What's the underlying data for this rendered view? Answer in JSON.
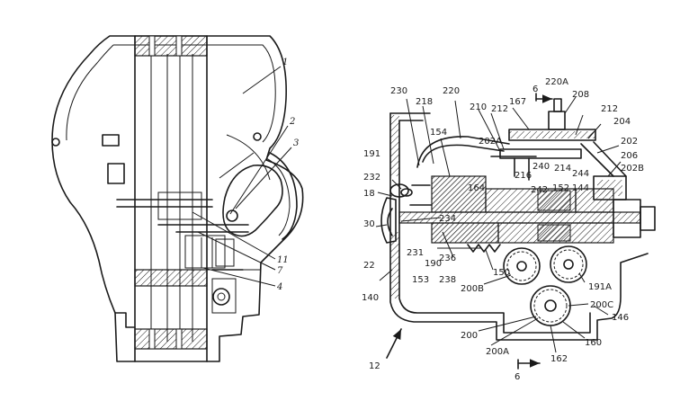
{
  "figure_left": {
    "labels": {
      "r1": "1",
      "r2": "2",
      "r3": "3",
      "r11": "11",
      "r7": "7",
      "r4": "4"
    }
  },
  "figure_right": {
    "labels": {
      "r230": "230",
      "r218": "218",
      "r220": "220",
      "r6_top": "6",
      "r220A": "220A",
      "r167": "167",
      "r208": "208",
      "r212a": "212",
      "r212b": "212",
      "r204": "204",
      "r210": "210",
      "r154": "154",
      "r202A": "202A",
      "r202": "202",
      "r206": "206",
      "r202B": "202B",
      "r191": "191",
      "r232": "232",
      "r18": "18",
      "r164": "164",
      "r240": "240",
      "r216": "216",
      "r214": "214",
      "r244": "244",
      "r152": "152",
      "r144": "144",
      "r242": "242",
      "r30": "30",
      "r234": "234",
      "r236": "236",
      "r231": "231",
      "r190": "190",
      "r22": "22",
      "r153": "153",
      "r238": "238",
      "r150": "150",
      "r200B": "200B",
      "r140": "140",
      "r191A": "191A",
      "r200C": "200C",
      "r146": "146",
      "r200": "200",
      "r160": "160",
      "r12": "12",
      "r200A": "200A",
      "r162": "162",
      "r6_bottom": "6"
    }
  }
}
